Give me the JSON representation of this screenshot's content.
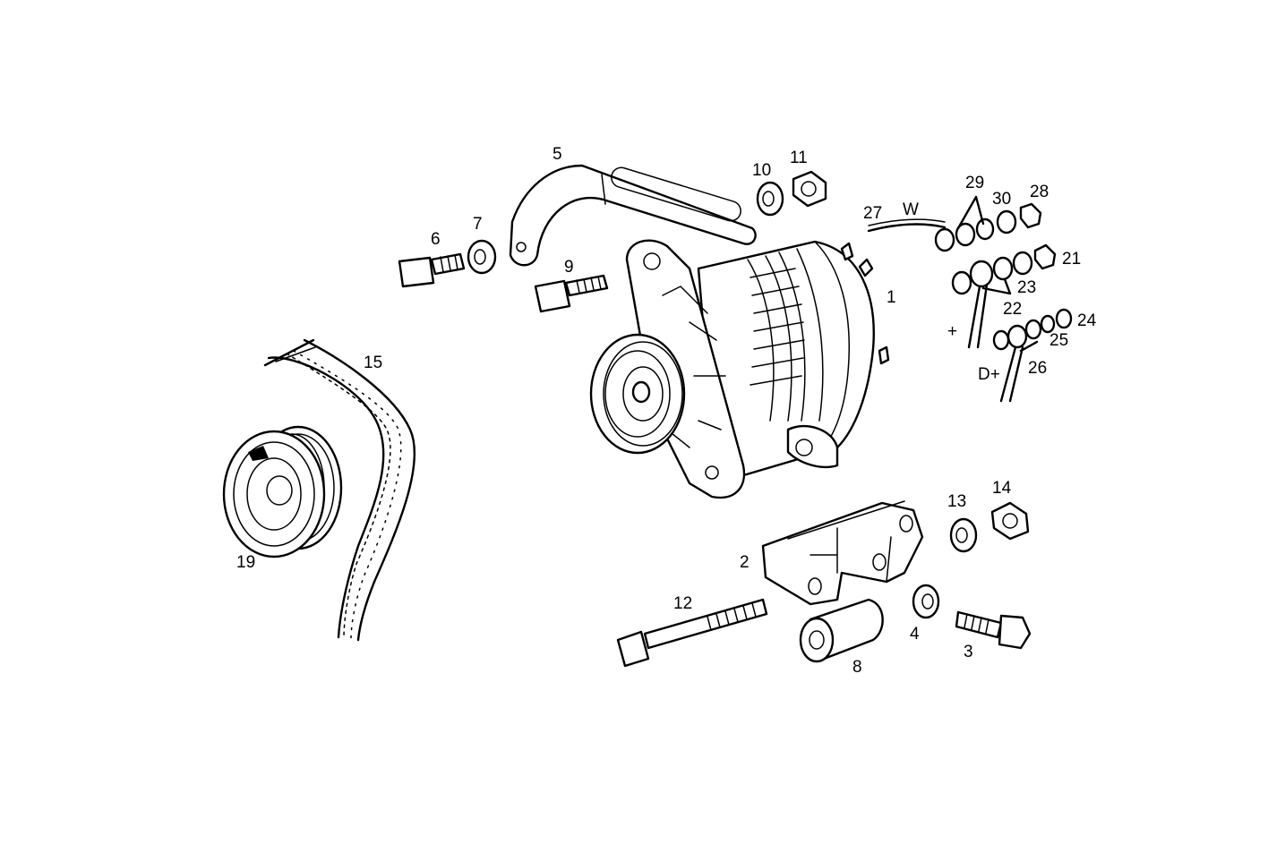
{
  "labels": {
    "p1": "1",
    "p2": "2",
    "p3": "3",
    "p4": "4",
    "p5": "5",
    "p6": "6",
    "p7": "7",
    "p8": "8",
    "p9": "9",
    "p10": "10",
    "p11": "11",
    "p12": "12",
    "p13": "13",
    "p14": "14",
    "p15": "15",
    "p19": "19",
    "p21": "21",
    "p22": "22",
    "p23": "23",
    "p24": "24",
    "p25": "25",
    "p26": "26",
    "p27": "27",
    "p28": "28",
    "p29": "29",
    "p30": "30"
  },
  "wire_labels": {
    "w": "W",
    "plus": "+",
    "d_plus": "D+"
  },
  "colors": {
    "ink": "#000000",
    "paper": "#ffffff"
  }
}
